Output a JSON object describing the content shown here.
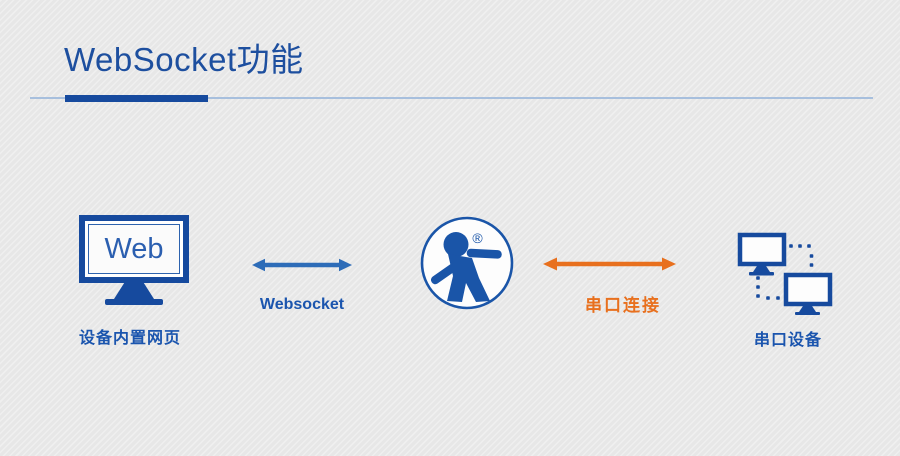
{
  "header": {
    "title": "WebSocket功能"
  },
  "nodes": {
    "web_device": {
      "screen_text": "Web",
      "caption": "设备内置网页"
    },
    "gateway": {
      "logo": "usr-person-logo",
      "registered_mark": "®"
    },
    "serial_devices": {
      "caption": "串口设备"
    }
  },
  "links": {
    "websocket": {
      "label": "Websocket",
      "color": "#2d6cb8"
    },
    "serial": {
      "label": "串口连接",
      "color": "#e8701e"
    }
  },
  "colors": {
    "primary_blue": "#164a9e",
    "icon_blue": "#1a55a8",
    "title_blue": "#1d4f9f",
    "text_blue": "#1b55ae",
    "accent_orange": "#e8701e",
    "divider_light_blue": "#a7bfdd",
    "background": "#e8e8e8"
  }
}
